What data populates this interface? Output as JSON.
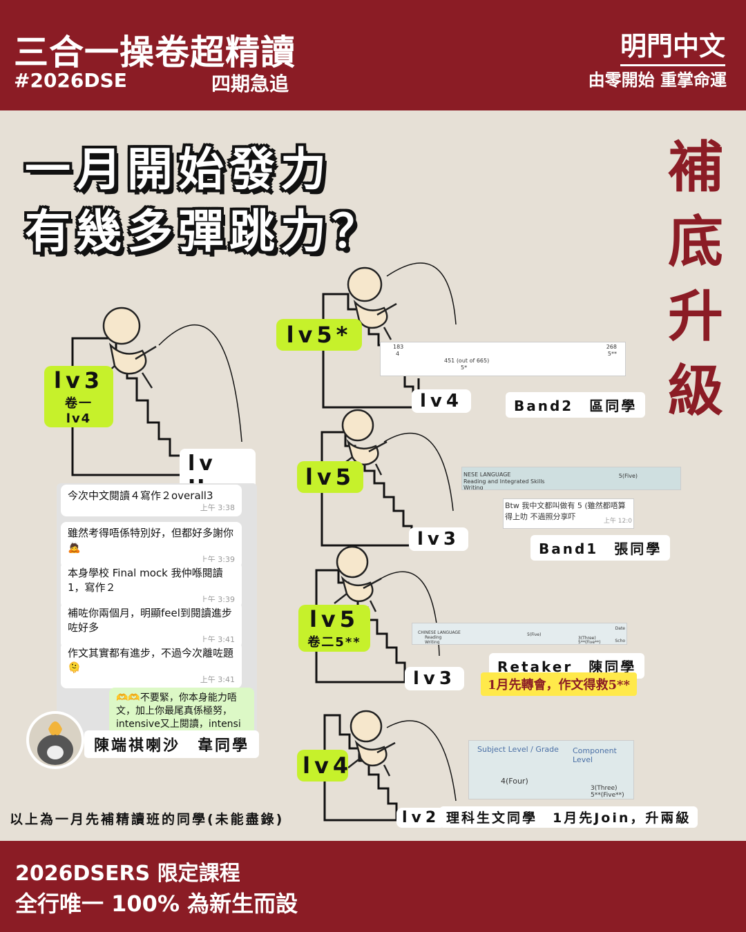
{
  "header": {
    "title": "三合一操卷超精讀",
    "hashtag": "#2026DSE",
    "subtitle": "四期急追",
    "brand": "明門中文",
    "slogan": "由零開始 重掌命運"
  },
  "headline": {
    "line1": "一月開始發力",
    "line2": "有幾多彈跳力？"
  },
  "vertical_text": [
    "補",
    "底",
    "升",
    "級"
  ],
  "students": [
    {
      "from": "lv U",
      "to": "lv3",
      "to_sub": "卷一lv4",
      "name": "陳端祺喇沙　韋同學"
    },
    {
      "from": "lv4",
      "to": "lv5*",
      "name": "Band2　區同學"
    },
    {
      "from": "lv3",
      "to": "lv5",
      "name": "Band1　張同學"
    },
    {
      "from": "lv3",
      "to": "lv5",
      "to_sub": "卷二5**",
      "name": "Retaker　陳同學",
      "highlight": "1月先轉會，作文得救5**"
    },
    {
      "from": "lv2",
      "to": "lv4",
      "name": "理科生文同學　1月先Join，升兩級"
    }
  ],
  "result_slips": {
    "r1": {
      "a": "183",
      "b": "268",
      "c": "4",
      "d": "5**",
      "e": "451 (out of 665)",
      "f": "5*"
    },
    "r2": {
      "a": "NESE LANGUAGE",
      "b": "Reading and Integrated Skills",
      "c": "Writing",
      "d": "5(Five)"
    },
    "r2_chat": {
      "text": "Btw 我中文都叫做有 5 (雖然都唔算得上叻 不過照分享吓",
      "time": "上午 12:0"
    },
    "r3": {
      "a": "CHINESE LANGUAGE",
      "b": "Reading",
      "c": "Writing",
      "d": "5(Five)",
      "e": "3(Three)",
      "f": "5**(Five**)",
      "g": "Date",
      "h": "Scho"
    },
    "r4": {
      "a": "Subject Level / Grade",
      "b": "Component Level",
      "c": "4(Four)",
      "d": "3(Three)",
      "e": "5**(Five**)"
    }
  },
  "chat": [
    {
      "text": "今次中文閱讀４寫作２overall3",
      "time": "上午 3:38"
    },
    {
      "text": "雖然考得唔係特別好，但都好多謝你🙇",
      "time": "上午 3:39"
    },
    {
      "text": "本身學校 Final mock 我仲喺閱讀1，寫作２",
      "time": "上午 3:39"
    },
    {
      "text": "補咗你兩個月，明顯feel到閱讀進步咗好多",
      "time": "上午 3:41"
    },
    {
      "text": "作文其實都有進步，不過今次離咗題🫠",
      "time": "上午 3:41"
    }
  ],
  "chat_reply": "🫶🫶不要緊，你本身能力唔 文，加上你最尾真係極努， intensive又上閱讀，intensi",
  "footnote": "以上為一月先補精讀班的同學(未能盡錄)",
  "footer": {
    "line1": "2026DSERS 限定課程",
    "line2": "全行唯一 100% 為新生而設"
  }
}
